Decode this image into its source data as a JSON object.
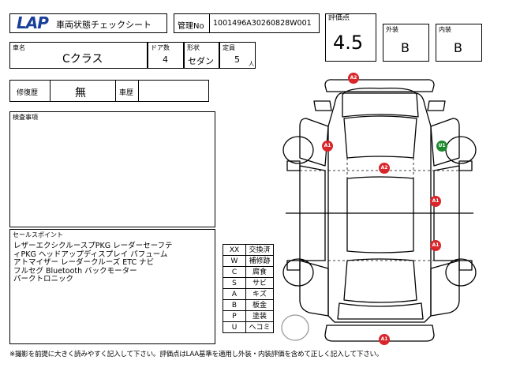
{
  "header": {
    "logo": "LAP",
    "title": "車両状態チェックシート",
    "control_no_label": "管理No",
    "control_no": "1001496A30260828W001"
  },
  "grades": {
    "score_label": "評価点",
    "score": "4.5",
    "exterior_label": "外装",
    "exterior": "B",
    "interior_label": "内装",
    "interior": "B"
  },
  "vehicle": {
    "name_label": "車名",
    "name": "Cクラス",
    "doors_label": "ドア数",
    "doors": "4",
    "body_label": "形状",
    "body": "セダン",
    "capacity_label": "定員",
    "capacity": "5",
    "capacity_unit": "人"
  },
  "history": {
    "repair_label": "修復歴",
    "repair": "無",
    "vehicle_history_label": "車歴",
    "vehicle_history": ""
  },
  "inspection": {
    "label": "検査事項",
    "text": ""
  },
  "sales": {
    "label": "セールスポイント",
    "lines": [
      "レザーエクシクルースプPKG レーダーセーフテ",
      "ィPKG ヘッドアップディスプレイ パフューム",
      "アトマイザー レーダークルーズ ETC ナビ",
      "フルセグ Bluetooth バックモーター",
      "パークトロニック"
    ]
  },
  "legend": [
    {
      "code": "XX",
      "meaning": "交換済"
    },
    {
      "code": "W",
      "meaning": "補修跡"
    },
    {
      "code": "C",
      "meaning": "腐食"
    },
    {
      "code": "S",
      "meaning": "サビ"
    },
    {
      "code": "A",
      "meaning": "キズ"
    },
    {
      "code": "B",
      "meaning": "板金"
    },
    {
      "code": "P",
      "meaning": "塗装"
    },
    {
      "code": "U",
      "meaning": "ヘコミ"
    }
  ],
  "damage_marks": [
    {
      "code": "A2",
      "color": "#d9262b"
    },
    {
      "code": "A1",
      "color": "#d9262b"
    },
    {
      "code": "U1",
      "color": "#1e8a2e"
    },
    {
      "code": "A2",
      "color": "#d9262b"
    },
    {
      "code": "A1",
      "color": "#d9262b"
    },
    {
      "code": "A1",
      "color": "#d9262b"
    },
    {
      "code": "A1",
      "color": "#d9262b"
    }
  ],
  "footer": {
    "note": "※撮影を前提に大きく読みやすく記入して下さい。評価点はLAA基準を適用し外装・内装評価を含めて正しく記入して下さい。"
  }
}
